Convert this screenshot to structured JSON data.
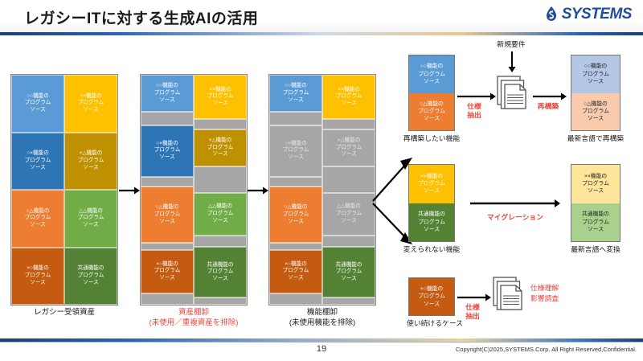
{
  "header": {
    "title": "レガシーITに対する生成AIの活用",
    "logo_text": "SYSTEMS",
    "logo_icon": "systems-droplet-logo",
    "brand_color": "#1f4e9c"
  },
  "footer": {
    "page_number": "19",
    "copyright": "Copyright(C)2025,SYSTEMS.Corp. All Right Reserved,Confidential."
  },
  "labels": {
    "program_source_line2": "プログラム",
    "program_source_line3": "ソース"
  },
  "stacks": [
    {
      "id": "legacy-assets",
      "caption": "レガシー受領資産",
      "caption_sub": "",
      "caption_red": false,
      "left_column": [
        {
          "name": "○○機能の",
          "color": "#5b9bd5",
          "text": "#ffffff",
          "height": 70,
          "gap": 0
        },
        {
          "name": "○×機能の",
          "color": "#2e75b6",
          "text": "#ffffff",
          "height": 70,
          "gap": 0
        },
        {
          "name": "○△機能の",
          "color": "#ed7d31",
          "text": "#ffffff",
          "height": 70,
          "gap": 0
        },
        {
          "name": "×○機能の",
          "color": "#c55a11",
          "text": "#ffffff",
          "height": 70,
          "gap": 0
        }
      ],
      "right_column": [
        {
          "name": "××機能の",
          "color": "#ffc000",
          "text": "#ffffff",
          "height": 70,
          "gap": 0
        },
        {
          "name": "×△機能の",
          "color": "#bf9000",
          "text": "#ffffff",
          "height": 70,
          "gap": 0
        },
        {
          "name": "△△機能の",
          "color": "#70ad47",
          "text": "#ffffff",
          "height": 70,
          "gap": 0
        },
        {
          "name": "共通機能の",
          "color": "#548235",
          "text": "#ffffff",
          "height": 70,
          "gap": 0
        }
      ]
    },
    {
      "id": "asset-inventory",
      "caption": "資産棚卸",
      "caption_sub": "(未使用／重複資産を排除)",
      "caption_red": true,
      "left_column": [
        {
          "name": "○○機能の",
          "color": "#5b9bd5",
          "text": "#ffffff",
          "height": 52,
          "gap": 18
        },
        {
          "name": "○×機能の",
          "color": "#2e75b6",
          "text": "#ffffff",
          "height": 72,
          "gap": 14
        },
        {
          "name": "○△機能の",
          "color": "#ed7d31",
          "text": "#ffffff",
          "height": 78,
          "gap": 10
        },
        {
          "name": "×○機能の",
          "color": "#c55a11",
          "text": "#ffffff",
          "height": 60,
          "gap": 16
        }
      ],
      "right_column": [
        {
          "name": "××機能の",
          "color": "#ffc000",
          "text": "#ffffff",
          "height": 62,
          "gap": 14
        },
        {
          "name": "×△機能の",
          "color": "#bf9000",
          "text": "#ffffff",
          "height": 52,
          "gap": 36
        },
        {
          "name": "△△機能の",
          "color": "#70ad47",
          "text": "#ffffff",
          "height": 60,
          "gap": 16
        },
        {
          "name": "共通機能の",
          "color": "#548235",
          "text": "#ffffff",
          "height": 70,
          "gap": 10
        }
      ]
    },
    {
      "id": "function-inventory",
      "caption": "機能棚卸",
      "caption_sub": "(未使用機能を排除)",
      "caption_red": false,
      "left_column": [
        {
          "name": "○○機能の",
          "color": "#5b9bd5",
          "text": "#ffffff",
          "height": 52,
          "gap": 18
        },
        {
          "name": "○×機能の",
          "color": "#a6a6a6",
          "text": "#e8e8e8",
          "height": 72,
          "gap": 14
        },
        {
          "name": "○△機能の",
          "color": "#ed7d31",
          "text": "#ffffff",
          "height": 78,
          "gap": 10
        },
        {
          "name": "×○機能の",
          "color": "#c55a11",
          "text": "#ffffff",
          "height": 60,
          "gap": 16
        }
      ],
      "right_column": [
        {
          "name": "××機能の",
          "color": "#ffc000",
          "text": "#ffffff",
          "height": 62,
          "gap": 14
        },
        {
          "name": "×△機能の",
          "color": "#a6a6a6",
          "text": "#e8e8e8",
          "height": 52,
          "gap": 36
        },
        {
          "name": "△△機能の",
          "color": "#a6a6a6",
          "text": "#e8e8e8",
          "height": 60,
          "gap": 16
        },
        {
          "name": "共通機能の",
          "color": "#548235",
          "text": "#ffffff",
          "height": 70,
          "gap": 10
        }
      ]
    }
  ],
  "flows": {
    "rebuild": {
      "source_caption": "再構築したい機能",
      "target_caption": "最新言語で再構築",
      "top_label": "新規要件",
      "extract_label_line1": "仕様",
      "extract_label_line2": "抽出",
      "action_label": "再構築",
      "source_blocks": [
        {
          "name": "○○機能の",
          "color": "#5b9bd5",
          "text": "#ffffff"
        },
        {
          "name": "○△機能の",
          "color": "#ed7d31",
          "text": "#ffffff"
        }
      ],
      "target_blocks": [
        {
          "name": "○○機能の",
          "color": "#b4c7e7",
          "text": "#222222"
        },
        {
          "name": "○△機能の",
          "color": "#f8cbad",
          "text": "#222222"
        }
      ]
    },
    "migration": {
      "source_caption": "変えられない機能",
      "target_caption": "最新言語へ変換",
      "action_label": "マイグレーション",
      "source_blocks": [
        {
          "name": "××機能の",
          "color": "#ffc000",
          "text": "#ffffff"
        },
        {
          "name": "共通機能の",
          "color": "#548235",
          "text": "#ffffff"
        }
      ],
      "target_blocks": [
        {
          "name": "××機能の",
          "color": "#ffe599",
          "text": "#222222"
        },
        {
          "name": "共通機能の",
          "color": "#a9d18e",
          "text": "#222222"
        }
      ]
    },
    "keep_using": {
      "source_caption": "使い続けるケース",
      "extract_label_line1": "仕様",
      "extract_label_line2": "抽出",
      "result_label_line1": "仕様理解",
      "result_label_line2": "影響調査",
      "source_blocks": [
        {
          "name": "×○機能の",
          "color": "#c55a11",
          "text": "#ffffff"
        }
      ]
    }
  },
  "colors": {
    "red_accent": "#e8453c",
    "gray_removed": "#a6a6a6",
    "header_line": "#1b3f7a"
  }
}
